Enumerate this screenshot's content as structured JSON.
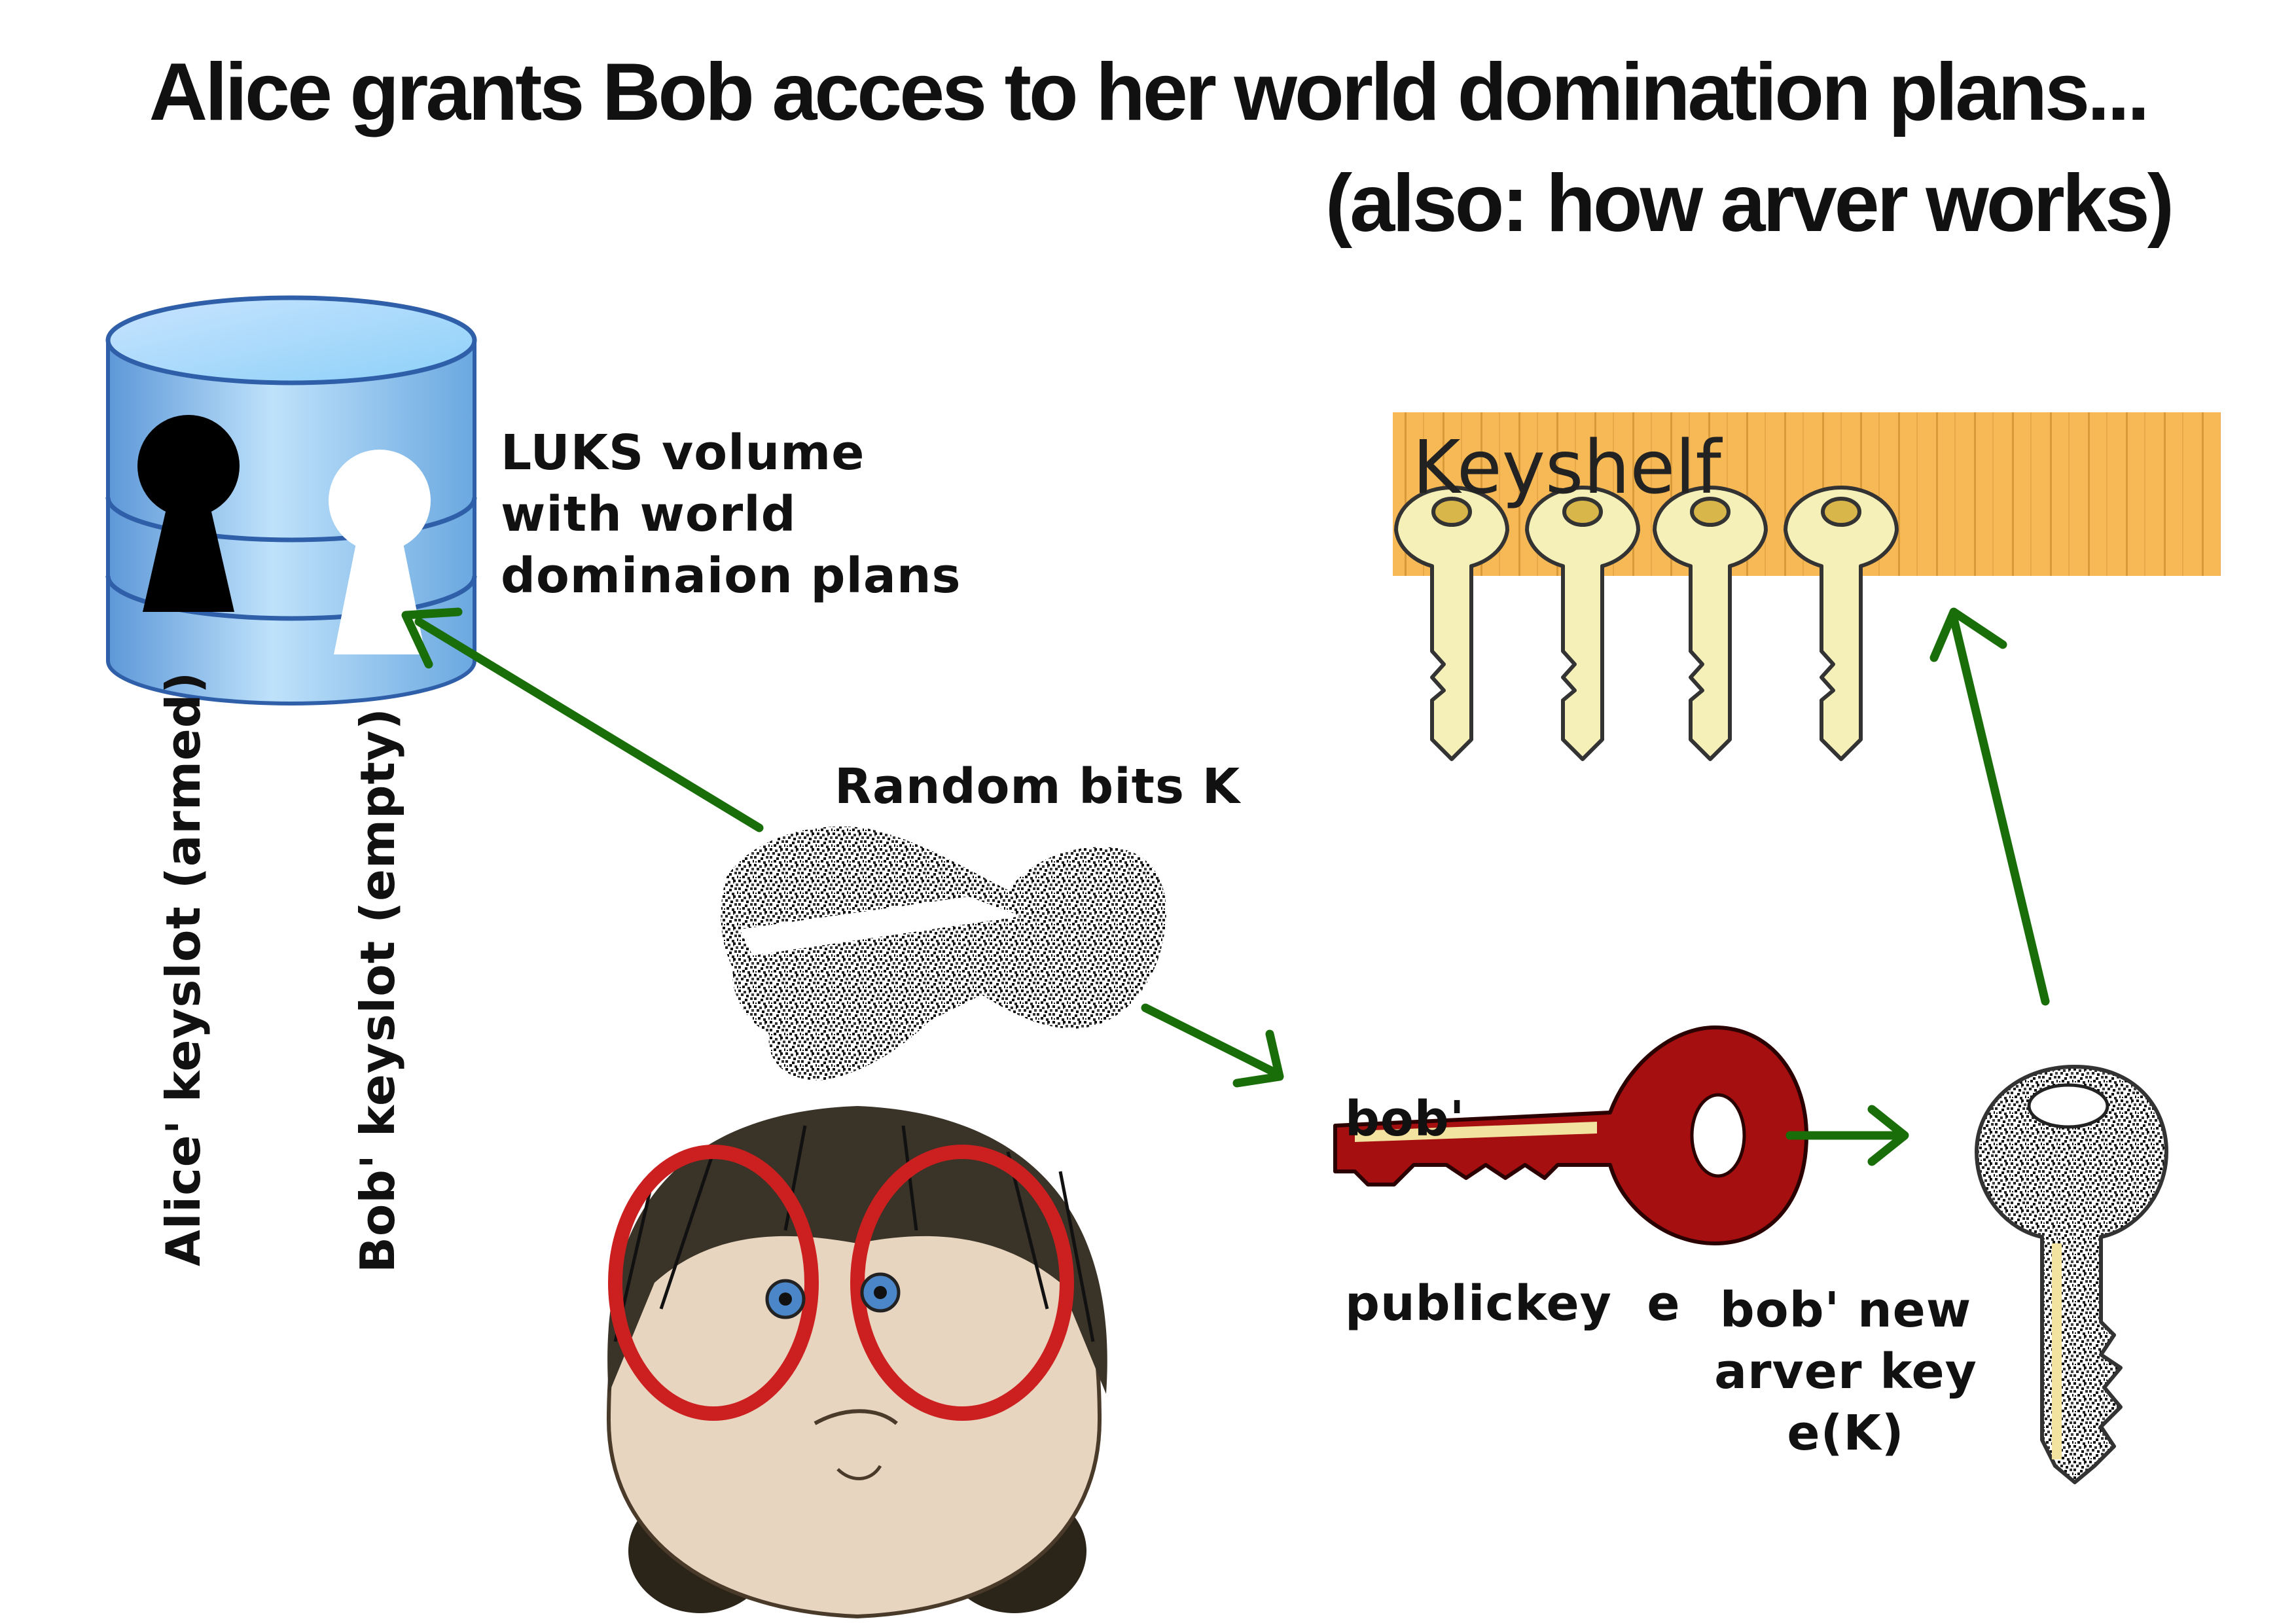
{
  "title": "Alice grants Bob acces to her world domination plans...",
  "subtitle": "(also: how arver works)",
  "luks_label": [
    "LUKS volume",
    "with world",
    "dominaion plans"
  ],
  "keyslot_alice": "Alice' keyslot (armed)",
  "keyslot_bob": "Bob' keyslot (empty)",
  "random_bits": "Random bits K",
  "bob_publickey": [
    "bob'",
    "publickey  e"
  ],
  "bob_new_key": [
    "bob' new",
    "arver key",
    "e(K)"
  ],
  "keyshelf": "Keyshelf",
  "colors": {
    "arrow": "#1a6e0a",
    "public_key": "#a50f0f",
    "shelf": "#f7b955",
    "shelf_keys": "#f5f0b8",
    "database": "#8fc3ee"
  },
  "icons": [
    "database-icon",
    "keyhole-icon",
    "key-icon",
    "noise-blob",
    "girl-illustration"
  ]
}
